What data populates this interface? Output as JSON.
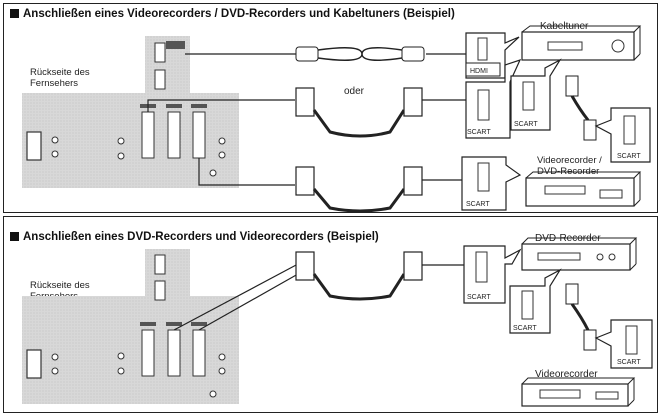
{
  "section1": {
    "title": "Anschließen eines Videorecorders / DVD-Recorders und Kabeltuners (Beispiel)",
    "tv_back_label_line1": "Rückseite des",
    "tv_back_label_line2": "Fernsehers",
    "or_label": "oder",
    "cable_tuner_label": "Kabeltuner",
    "vcr_dvd_label_line1": "Videorecorder /",
    "vcr_dvd_label_line2": "DVD-Recorder",
    "hdmi_label": "HDMI",
    "scart_label": "SCART"
  },
  "section2": {
    "title": "Anschließen eines DVD-Recorders und Videorecorders (Beispiel)",
    "tv_back_label_line1": "Rückseite des",
    "tv_back_label_line2": "Fernsehers",
    "dvd_recorder_label": "DVD-Recorder",
    "vcr_label": "Videorecorder",
    "scart_label": "SCART"
  }
}
